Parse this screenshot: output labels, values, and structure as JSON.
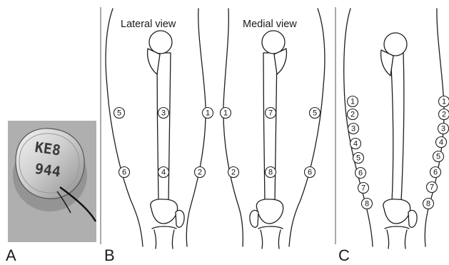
{
  "panels": {
    "a": {
      "letter": "A"
    },
    "b": {
      "letter": "B",
      "lateral_title": "Lateral view",
      "medial_title": "Medial view"
    },
    "c": {
      "letter": "C"
    }
  },
  "sensor_photo": {
    "imprint_line1": "KE8",
    "imprint_line2": "944"
  },
  "markers": {
    "b_lateral": [
      "5",
      "3",
      "1",
      "6",
      "4",
      "2"
    ],
    "b_medial": [
      "1",
      "7",
      "5",
      "2",
      "8",
      "6"
    ],
    "c_left": [
      "1",
      "2",
      "3",
      "4",
      "5",
      "6",
      "7",
      "8"
    ],
    "c_right": [
      "1",
      "2",
      "3",
      "4",
      "5",
      "6",
      "7",
      "8"
    ]
  }
}
